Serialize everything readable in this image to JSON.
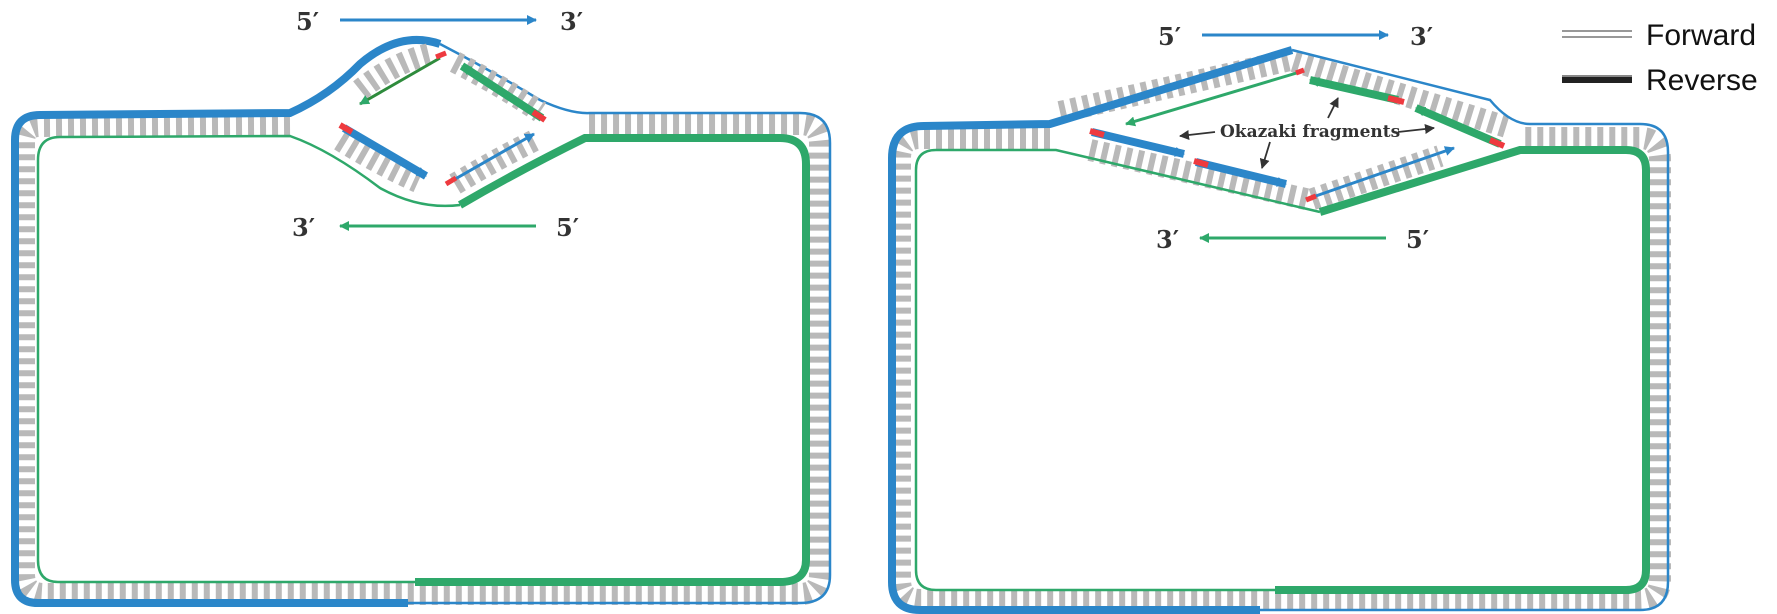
{
  "colors": {
    "forward_strand": "#2b86c9",
    "reverse_strand": "#2ea86a",
    "base_pair": "#b9b9b9",
    "primer": "#ee3a3f",
    "label": "#333333",
    "legend_line": "#444444"
  },
  "left_diagram": {
    "top_arrow": {
      "start_label": "5′",
      "end_label": "3′"
    },
    "bottom_arrow": {
      "start_label": "5′",
      "end_label": "3′"
    }
  },
  "right_diagram": {
    "top_arrow": {
      "start_label": "5′",
      "end_label": "3′"
    },
    "bottom_arrow": {
      "start_label": "5′",
      "end_label": "3′"
    },
    "annotation": "Okazaki fragments"
  },
  "legend": {
    "items": [
      {
        "label": "Forward",
        "style": "double-line"
      },
      {
        "label": "Reverse",
        "style": "thick-line"
      }
    ]
  }
}
